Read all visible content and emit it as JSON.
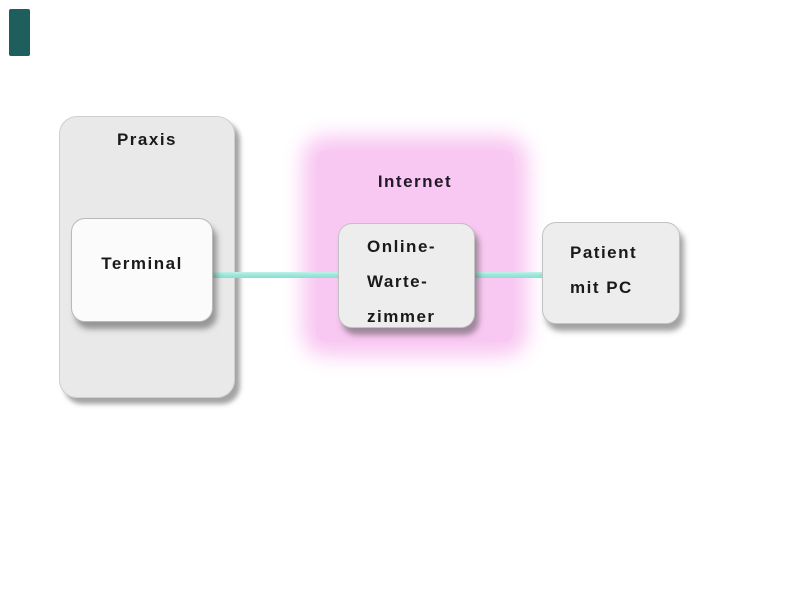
{
  "page": {
    "background": "#ffffff"
  },
  "decor": {
    "corner_bar_color": "#1e5f5e"
  },
  "diagram": {
    "praxis": {
      "label": "Praxis"
    },
    "terminal": {
      "label": "Terminal"
    },
    "internet": {
      "label": "Internet"
    },
    "online_wartezimmer": {
      "lines": [
        "Online-",
        "Warte-",
        "zimmer"
      ]
    },
    "patient": {
      "lines": [
        "Patient",
        "mit PC"
      ]
    },
    "connections": [
      {
        "from": "Terminal",
        "to": "Online-Wartezimmer"
      },
      {
        "from": "Online-Wartezimmer",
        "to": "Patient mit PC"
      }
    ],
    "colors": {
      "connector": "#9fe7db",
      "glow": "#f9c8f2",
      "box_fill": "#ededed",
      "praxis_fill": "#e9e9e9",
      "terminal_fill": "#fbfbfb",
      "text": "#1a1a1a",
      "internet_text": "#201a28"
    }
  }
}
